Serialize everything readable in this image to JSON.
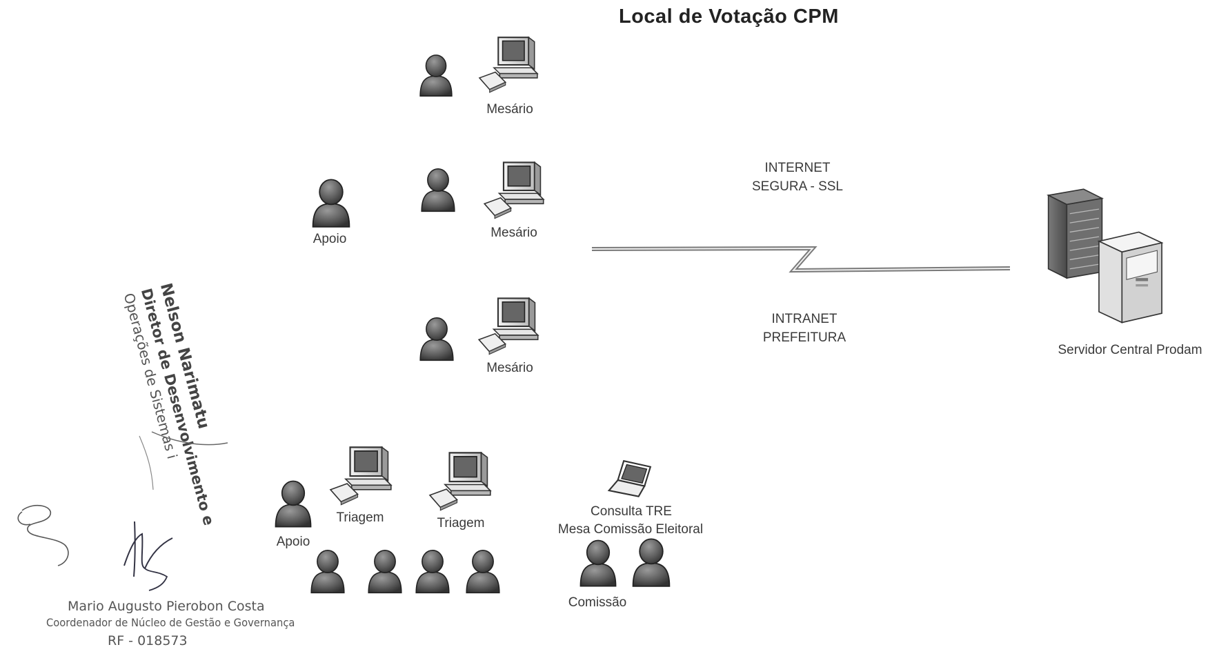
{
  "title": "Local de Votação CPM",
  "labels": {
    "mesario_1": "Mesário",
    "mesario_2": "Mesário",
    "mesario_3": "Mesário",
    "apoio_1": "Apoio",
    "apoio_2": "Apoio",
    "triagem_1": "Triagem",
    "triagem_2": "Triagem",
    "consulta_tre": "Consulta TRE",
    "mesa_comissao": "Mesa Comissão Eleitoral",
    "comissao": "Comissão",
    "servidor": "Servidor Central Prodam"
  },
  "network": {
    "internet_line1": "INTERNET",
    "internet_line2": "SEGURA - SSL",
    "intranet_line1": "INTRANET",
    "intranet_line2": "PREFEITURA"
  },
  "signatures": {
    "rotated_name": "Nelson Narimatu",
    "rotated_role1": "Diretor de Desenvolvimento e",
    "rotated_role2": "Operações de Sistemas i",
    "name": "Mario Augusto Pierobon Costa",
    "role": "Coordenador de Núcleo de Gestão e Governança",
    "rf": "RF - 018573"
  },
  "icons": {
    "person": "person-icon",
    "computer": "computer-icon",
    "laptop": "laptop-icon",
    "server": "server-icon"
  }
}
